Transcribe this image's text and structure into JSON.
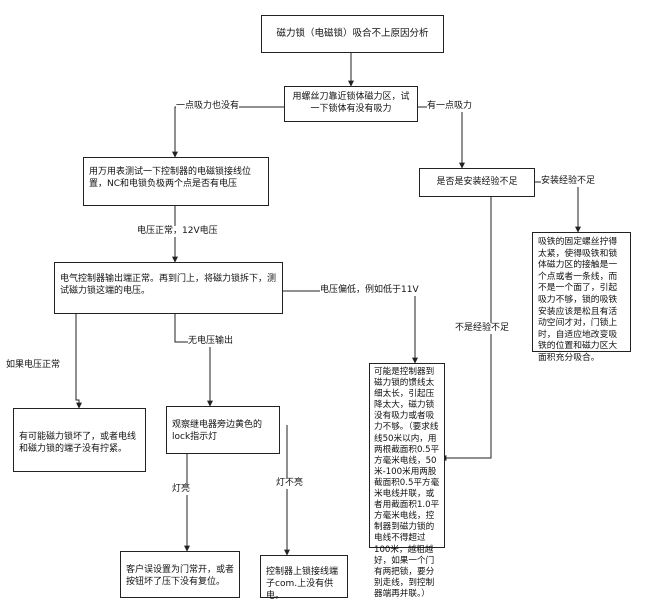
{
  "diagram": {
    "title_box": "磁力锁（电磁锁）吸合不上原因分析",
    "step1": "用螺丝刀靠近锁体磁力区，试一下锁体有没有吸力",
    "left_branch_label": "一点吸力也没有",
    "right_branch_label": "有一点吸力",
    "multimeter": "用万用表测试一下控制器的电磁锁接线位置，NC和电锁负极两个点是否有电压",
    "install_check": "是否是安装经验不足",
    "install_lack_label": "安装经验不足",
    "install_advice": "吸铁的固定螺丝拧得太紧，使得吸铁和锁体磁力区的接触是一个点或者一条线，而不是一个面了，引起吸力不够，锁的吸铁安装应该是松且有活动空间才对，门锁上时，自适应地改变吸铁的位置和磁力区大面积充分吸合。",
    "not_lack_label": "不是经验不足",
    "voltage_normal_label": "电压正常，12V电压",
    "controller_test": "电气控制器输出端正常。再到门上，将磁力锁拆下，测试磁力锁这端的电压。",
    "voltage_low_label": "电压偏低，例如低于11V",
    "cable_advice": "可能是控制器到磁力锁的馈线太细太长，引起压降太大，磁力锁没有吸力或者吸力不够。（要求线线50米以内，用两根截面积0.5平方毫米电线，50米-100米用两股截面积0.5平方毫米电线并联，或者用截面积1.0平方毫米电线，控制器到磁力锁的电线不得超过100米，越粗越好，如果一个门有两把锁，要分别走线，到控制器端再并联。）",
    "no_voltage_label": "无电压输出",
    "if_normal_label": "如果电压正常",
    "lock_broken": "有可能磁力锁坏了，或者电线和磁力锁的端子没有拧紧。",
    "observe_led": "观察继电器旁边黄色的lock指示灯",
    "led_on_label": "灯亮",
    "led_off_label": "灯不亮",
    "result_on": "客户误设置为门常开，或者按钮坏了压下没有复位。",
    "result_off": "控制器上锁接线端子com.上没有供电。"
  }
}
